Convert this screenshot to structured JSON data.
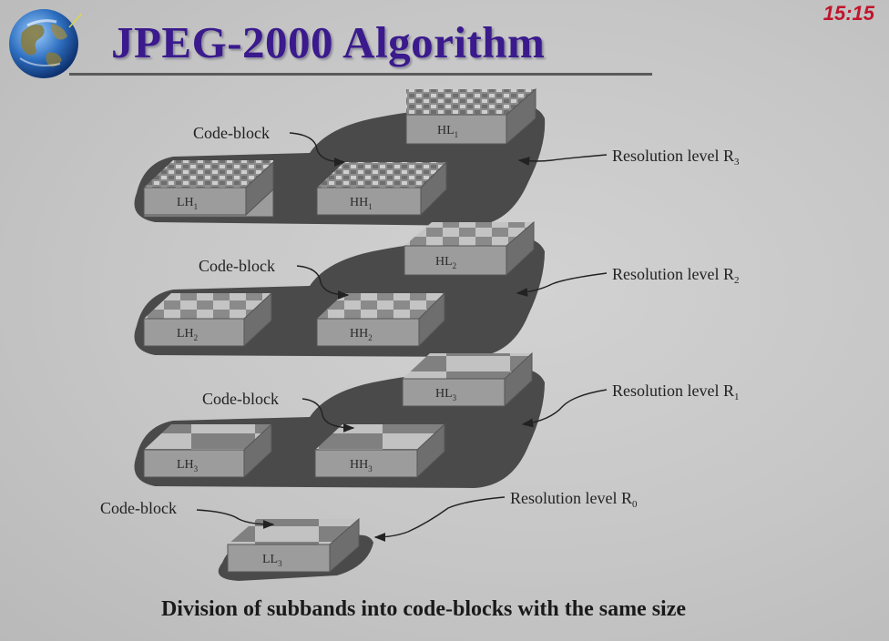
{
  "slide": {
    "title": "JPEG-2000 Algorithm",
    "clock": "15:15",
    "caption": "Division of subbands into code-blocks with the same size"
  },
  "diagram": {
    "code_block_label": "Code-block",
    "levels": [
      {
        "resolution_label": "Resolution level R",
        "level_index": "3",
        "subbands": [
          "HL1",
          "LH1",
          "HH1"
        ]
      },
      {
        "resolution_label": "Resolution level R",
        "level_index": "2",
        "subbands": [
          "HL2",
          "LH2",
          "HH2"
        ]
      },
      {
        "resolution_label": "Resolution level R",
        "level_index": "1",
        "subbands": [
          "HL3",
          "LH3",
          "HH3"
        ]
      },
      {
        "resolution_label": "Resolution level R",
        "level_index": "0",
        "subbands": [
          "LL3"
        ]
      }
    ],
    "labels": {
      "hl1": "HL",
      "hl1_sub": "1",
      "lh1": "LH",
      "lh1_sub": "1",
      "hh1": "HH",
      "hh1_sub": "1",
      "hl2": "HL",
      "hl2_sub": "2",
      "lh2": "LH",
      "lh2_sub": "2",
      "hh2": "HH",
      "hh2_sub": "2",
      "hl3": "HL",
      "hl3_sub": "3",
      "lh3": "LH",
      "lh3_sub": "3",
      "hh3": "HH",
      "hh3_sub": "3",
      "ll3": "LL",
      "ll3_sub": "3"
    }
  },
  "colors": {
    "title": "#3a1a8c",
    "clock": "#c0152c",
    "shadow": "#4a4a4a",
    "block_front": "#9a9a9a",
    "block_top": "#8a8a8a",
    "block_side": "#6e6e6e",
    "cell_light": "#c8c8c8",
    "cell_dark": "#7a7a7a"
  }
}
